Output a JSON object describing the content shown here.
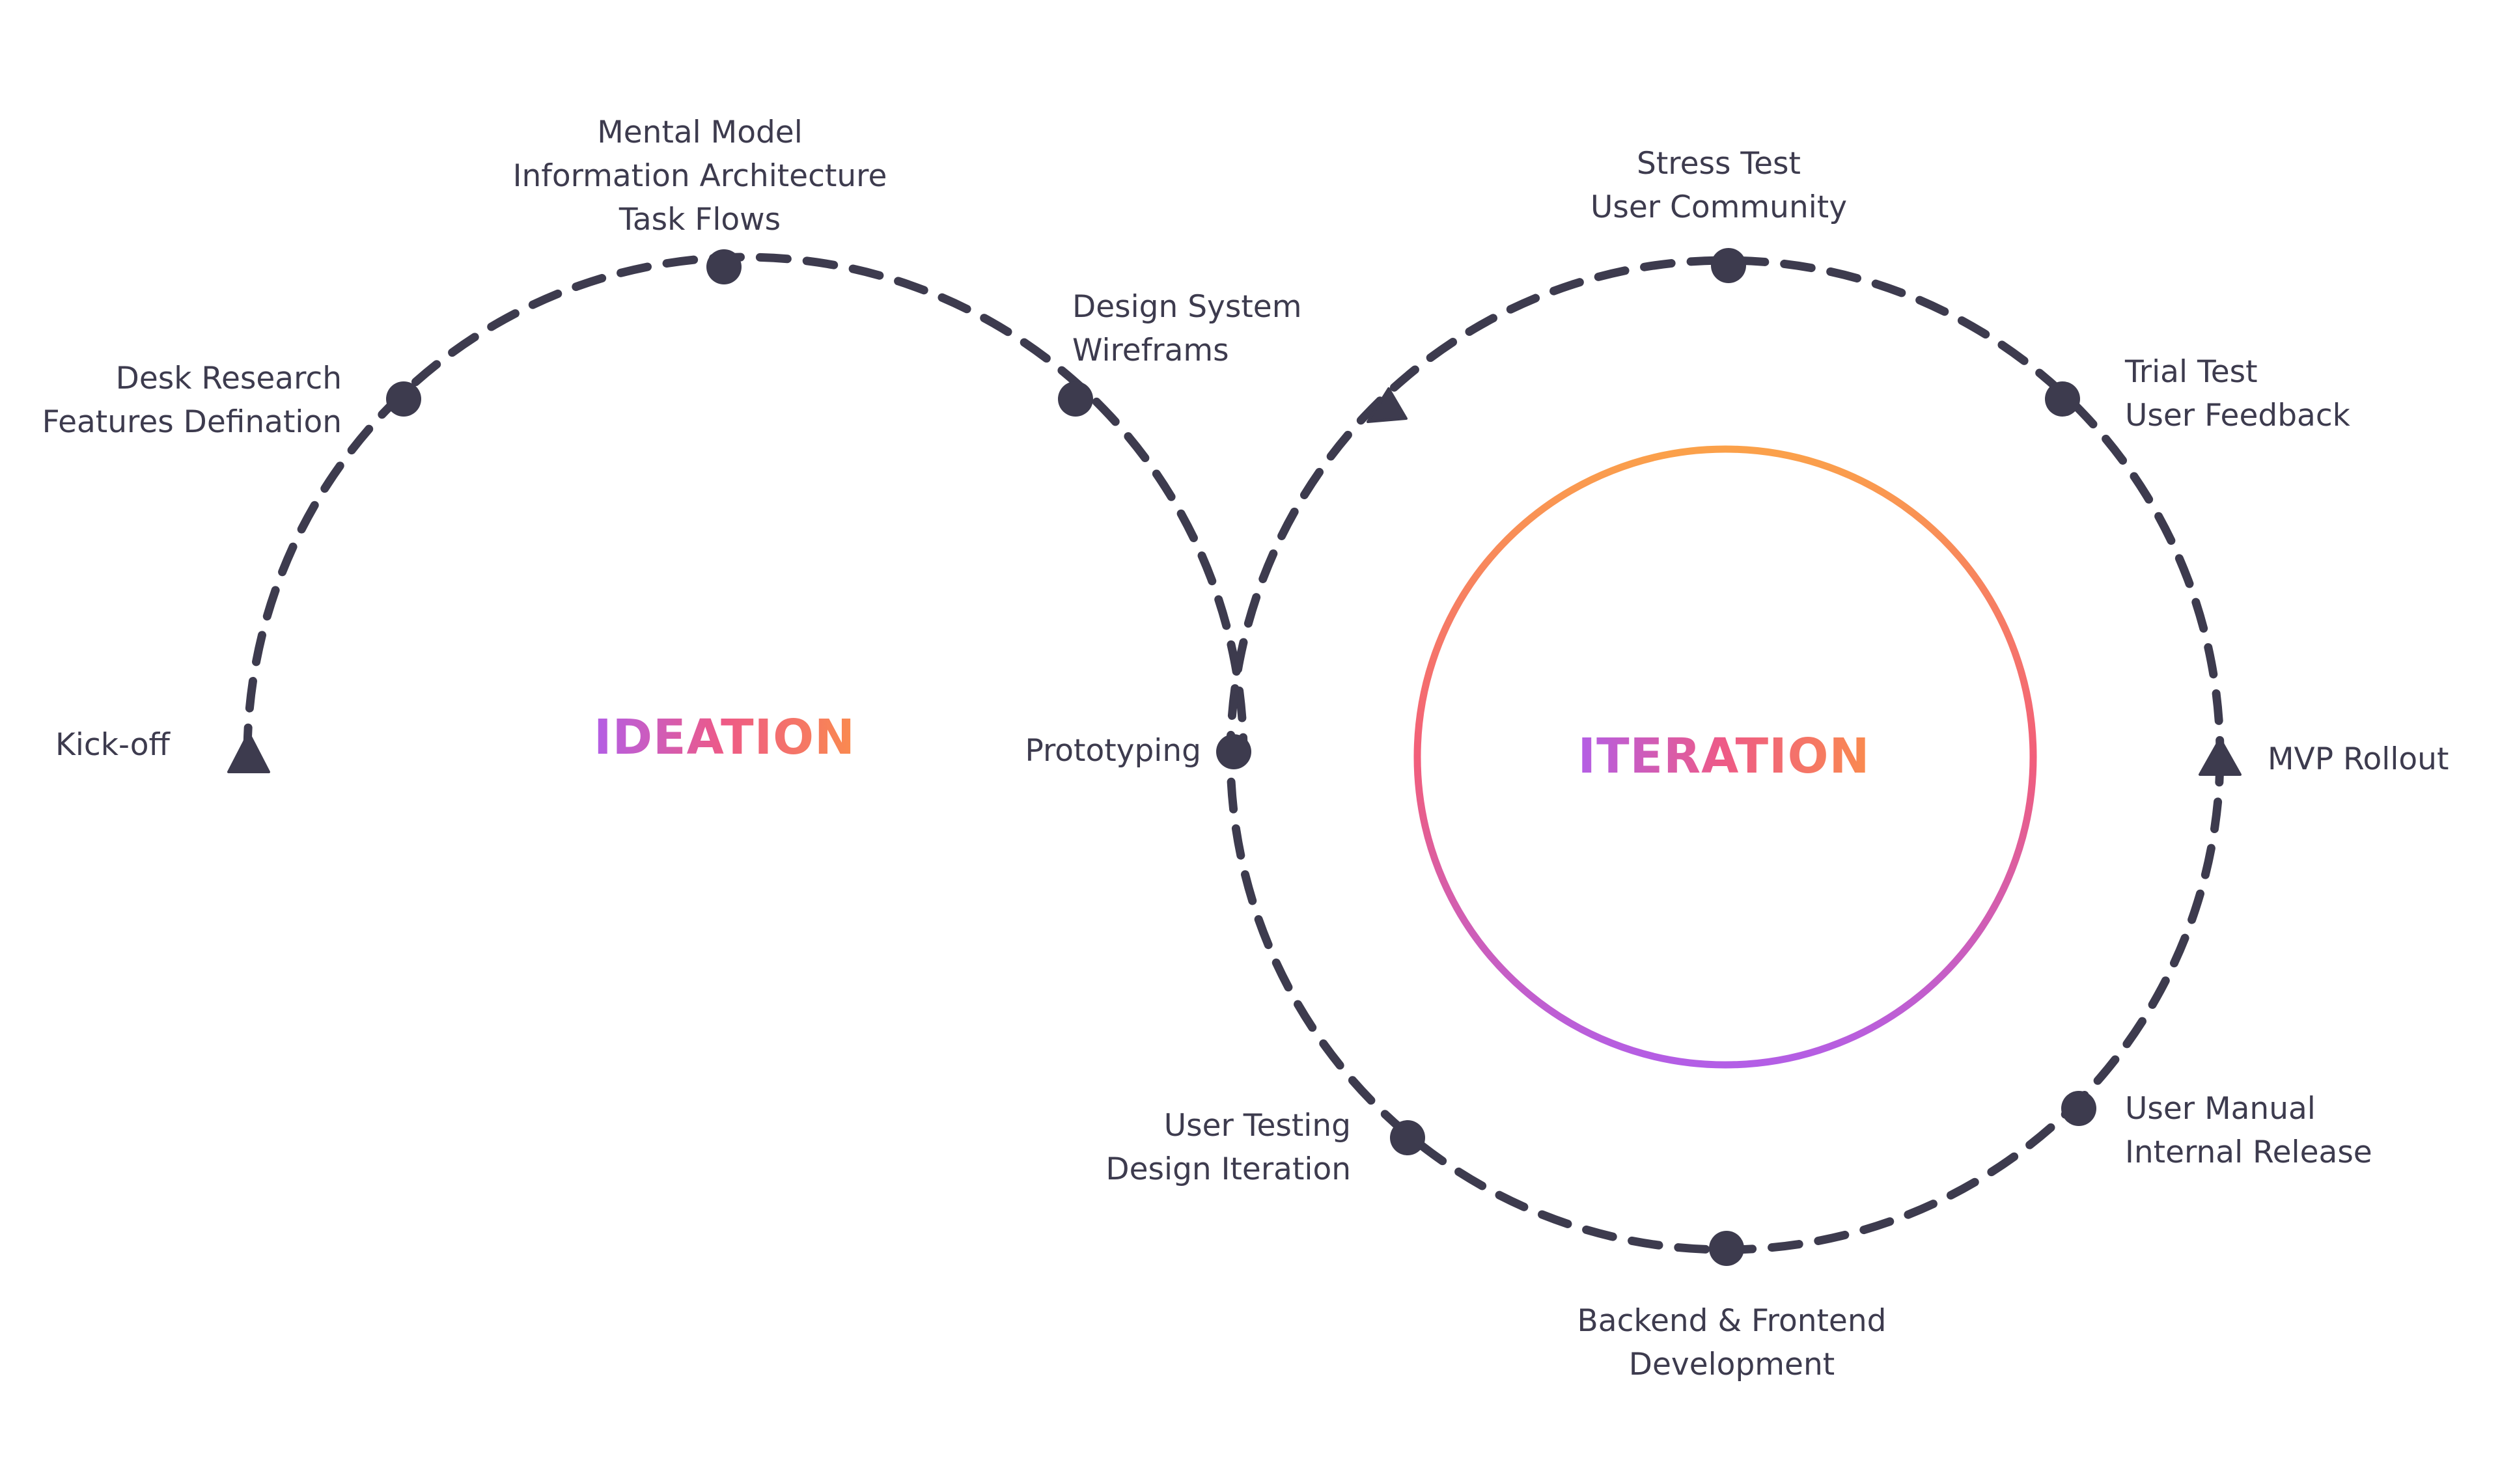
{
  "phases": {
    "ideation": "IDEATION",
    "iteration": "ITERATION"
  },
  "milestones": {
    "kickoff": [
      "Kick-off"
    ],
    "desk_research": [
      "Desk Research",
      "Features Defination"
    ],
    "mental_model": [
      "Mental Model",
      "Information Architecture",
      "Task Flows"
    ],
    "design_system": [
      "Design System",
      "Wireframs"
    ],
    "prototyping": [
      "Prototyping"
    ],
    "stress_test": [
      "Stress Test",
      "User Community"
    ],
    "trial_test": [
      "Trial Test",
      "User Feedback"
    ],
    "mvp_rollout": [
      "MVP Rollout"
    ],
    "user_manual": [
      "User Manual",
      "Internal Release"
    ],
    "development": [
      "Backend & Frontend",
      "Development"
    ],
    "user_testing": [
      "User Testing",
      "Design Iteration"
    ]
  },
  "colors": {
    "path": "#3d3b4e",
    "gradient_start": "#b35ee6",
    "gradient_mid": "#ee5a86",
    "gradient_end": "#fa8b4e",
    "ring_top": "#fba14a",
    "ring_bottom": "#b35ee6"
  }
}
